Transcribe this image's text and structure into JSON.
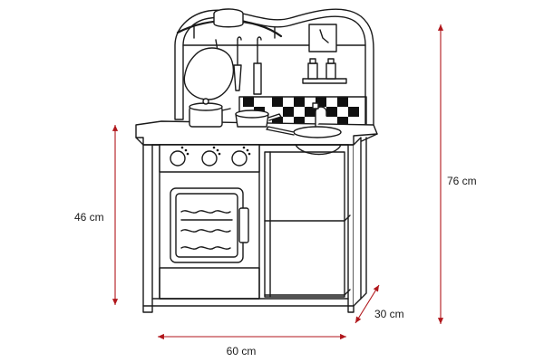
{
  "dimensions": {
    "height_total": "76 cm",
    "height_counter": "46 cm",
    "width": "60 cm",
    "depth": "30 cm"
  },
  "colors": {
    "line": "#1a1a1a",
    "fill": "#ffffff",
    "dark": "#111111",
    "arrow": "#b0161b"
  }
}
